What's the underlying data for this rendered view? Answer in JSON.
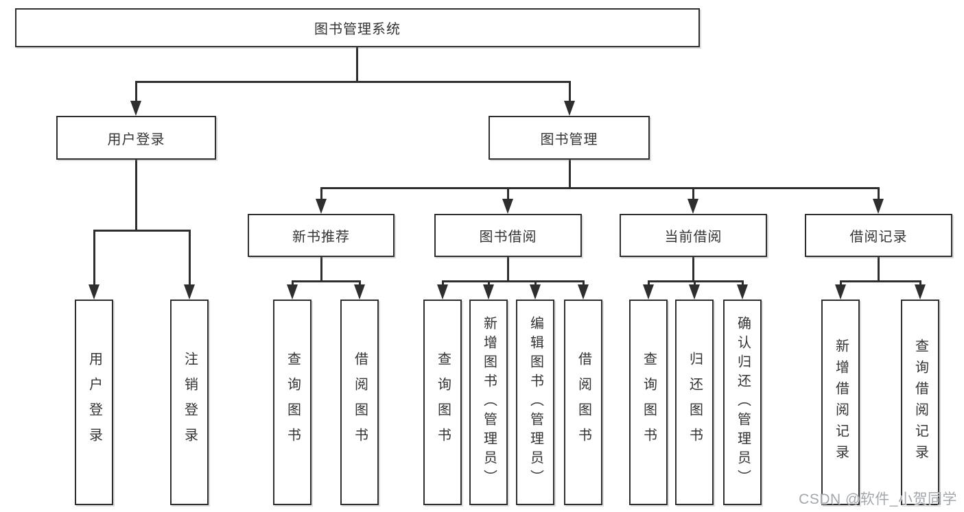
{
  "diagram": {
    "title": "图书管理系统",
    "root": {
      "label": "图书管理系统"
    },
    "level2": [
      {
        "label": "用户登录"
      },
      {
        "label": "图书管理"
      }
    ],
    "level3": [
      {
        "label": "新书推荐",
        "parent": "图书管理"
      },
      {
        "label": "图书借阅",
        "parent": "图书管理"
      },
      {
        "label": "当前借阅",
        "parent": "图书管理"
      },
      {
        "label": "借阅记录",
        "parent": "图书管理"
      }
    ],
    "level4": [
      {
        "label": "用户登录",
        "parent": "用户登录"
      },
      {
        "label": "注销登录",
        "parent": "用户登录"
      },
      {
        "label": "查询图书",
        "parent": "新书推荐"
      },
      {
        "label": "借阅图书",
        "parent": "新书推荐"
      },
      {
        "label": "查询图书",
        "parent": "图书借阅"
      },
      {
        "label": "新增图书（管理员）",
        "parent": "图书借阅"
      },
      {
        "label": "编辑图书（管理员）",
        "parent": "图书借阅"
      },
      {
        "label": "借阅图书",
        "parent": "图书借阅"
      },
      {
        "label": "查询图书",
        "parent": "当前借阅"
      },
      {
        "label": "归还图书",
        "parent": "当前借阅"
      },
      {
        "label": "确认归还（管理员）",
        "parent": "当前借阅"
      },
      {
        "label": "新增借阅记录",
        "parent": "借阅记录"
      },
      {
        "label": "查询借阅记录",
        "parent": "借阅记录"
      }
    ]
  },
  "watermark": {
    "text": "CSDN @软件_小贺同学"
  },
  "colors": {
    "line": "#2e2e2e",
    "border": "#2e2e2e",
    "box_fill": "#ffffff",
    "text": "#333333",
    "background": "#ffffff",
    "watermark": "#a2a7ae"
  }
}
